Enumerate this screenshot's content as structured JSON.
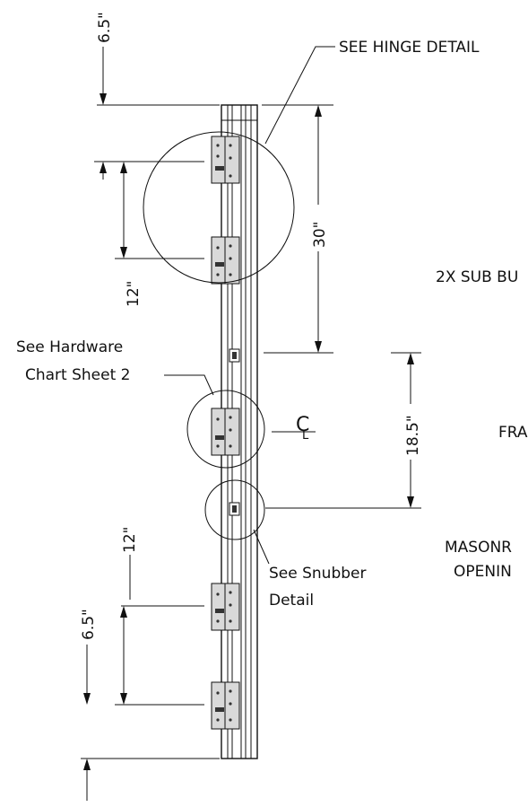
{
  "labels": {
    "see_hinge_detail": "SEE HINGE DETAIL",
    "sub_buck": "2X SUB BU",
    "see_hardware_line1": "See Hardware",
    "see_hardware_line2": "Chart Sheet 2",
    "frame": "FRA",
    "masonry_line1": "MASONR",
    "masonry_line2": "OPENIN",
    "see_snubber_line1": "See Snubber",
    "see_snubber_line2": "Detail",
    "centerline_symbol": "C",
    "centerline_sub": "L"
  },
  "dimensions": {
    "top_offset": "6.5\"",
    "hinge_span_30": "30\"",
    "hinge_spacing_upper": "12\"",
    "center_to_snubber": "18.5\"",
    "hinge_spacing_lower": "12\"",
    "bottom_offset": "6.5\""
  },
  "colors": {
    "line": "#111111",
    "hinge_fill": "#d9d9d9",
    "background": "#ffffff"
  }
}
